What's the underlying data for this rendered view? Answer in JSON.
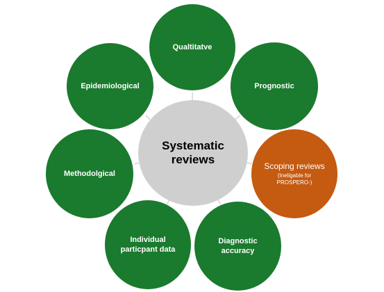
{
  "center": {
    "label": "Systematic\nreviews"
  },
  "nodes": {
    "qualitative": {
      "label": "Qualtitatve"
    },
    "prognostic": {
      "label": "Prognostic"
    },
    "scoping": {
      "label": "Scoping reviews",
      "note": "(Ineligable  for\nPROSPERO-)"
    },
    "diagnostic": {
      "label": "Diagnostic\naccuracy"
    },
    "individual": {
      "label": "Individual\nparticpant data"
    },
    "methodological": {
      "label": "Methodolgical"
    },
    "epidemiological": {
      "label": "Epidemiological"
    }
  },
  "colors": {
    "green": "#1a7a2e",
    "orange": "#c55a11",
    "center": "#d0cfcf",
    "connector": "#bfbfbf"
  }
}
